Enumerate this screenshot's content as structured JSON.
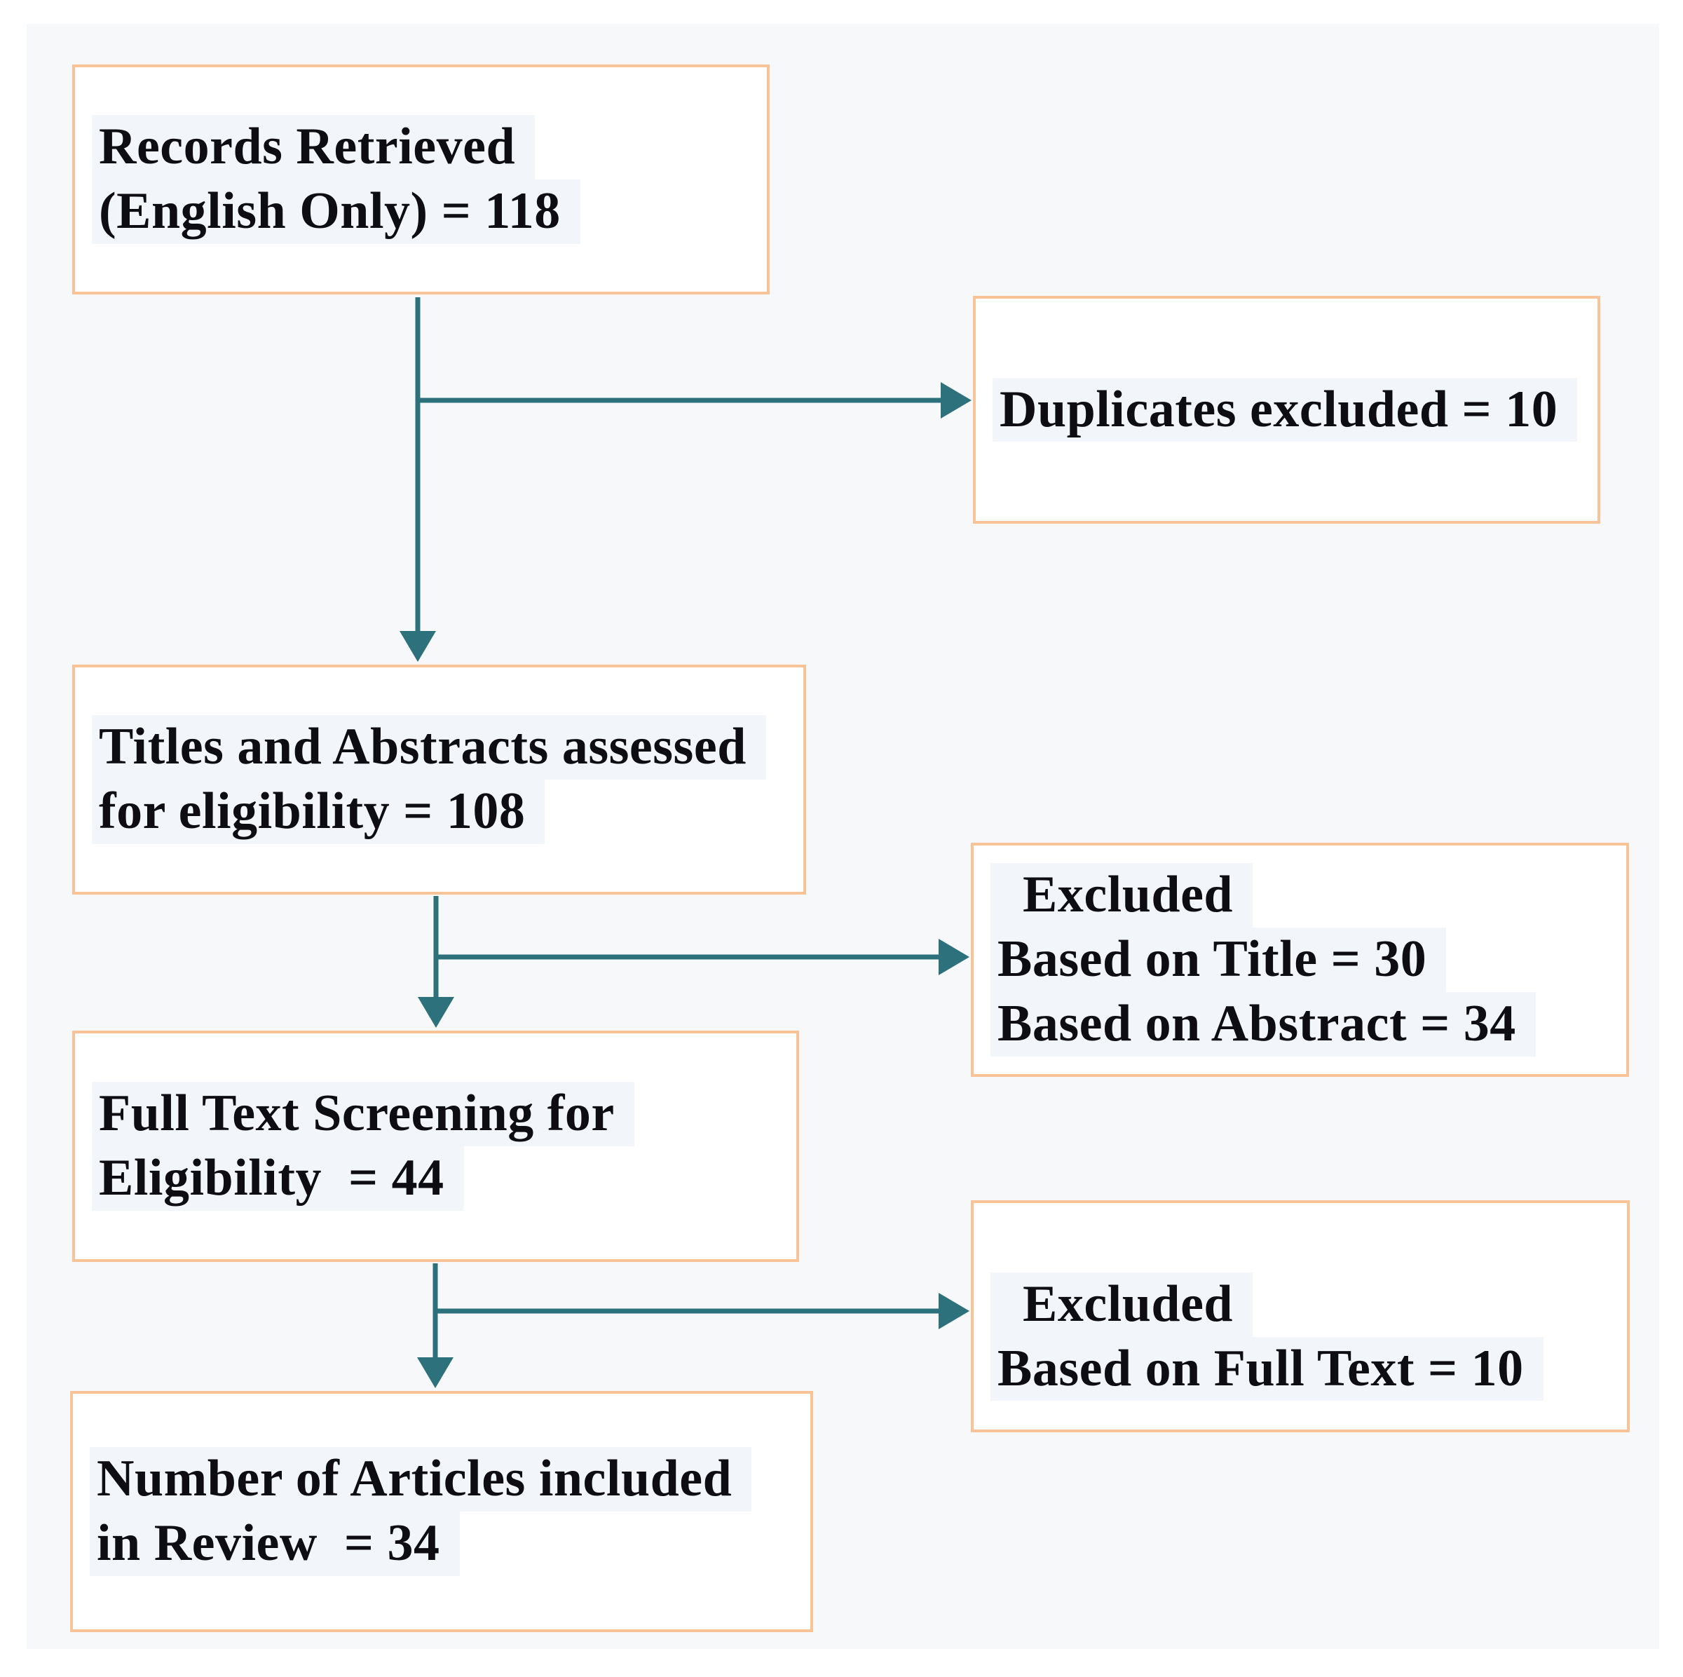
{
  "colors": {
    "page-bg": "#ffffff",
    "panel-bg": "#f7f8fa",
    "box-bg": "#ffffff",
    "box-border": "#f9c398",
    "arrow": "#2c717c",
    "text": "#0d0d12",
    "text-highlight": "#f2f5f9"
  },
  "diagram": {
    "type": "flowchart",
    "boxes": [
      {
        "id": "records-retrieved",
        "lines": [
          "Records Retrieved",
          "(English Only) = 118"
        ]
      },
      {
        "id": "duplicates-excluded",
        "lines": [
          "Duplicates excluded = 10"
        ]
      },
      {
        "id": "titles-abstracts-assessed",
        "lines": [
          "Titles and Abstracts assessed",
          "for eligibility = 108"
        ]
      },
      {
        "id": "excluded-title-abstract",
        "lines": [
          "Excluded",
          "Based on Title = 30",
          "Based on Abstract = 34"
        ]
      },
      {
        "id": "full-text-screening",
        "lines": [
          "Full Text Screening for",
          "Eligibility  = 44"
        ]
      },
      {
        "id": "excluded-full-text",
        "lines": [
          "Excluded",
          "Based on Full Text = 10"
        ]
      },
      {
        "id": "articles-included",
        "lines": [
          "Number of Articles included",
          "in Review  = 34"
        ]
      }
    ],
    "arrows": [
      {
        "from": "records-retrieved",
        "to": "titles-abstracts-assessed",
        "direction": "down"
      },
      {
        "from": "records-retrieved",
        "to": "duplicates-excluded",
        "direction": "right"
      },
      {
        "from": "titles-abstracts-assessed",
        "to": "full-text-screening",
        "direction": "down"
      },
      {
        "from": "titles-abstracts-assessed",
        "to": "excluded-title-abstract",
        "direction": "right"
      },
      {
        "from": "full-text-screening",
        "to": "articles-included",
        "direction": "down"
      },
      {
        "from": "full-text-screening",
        "to": "excluded-full-text",
        "direction": "right"
      }
    ]
  }
}
